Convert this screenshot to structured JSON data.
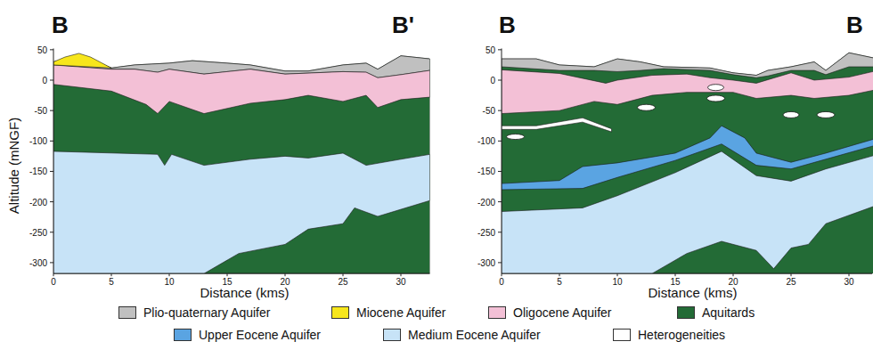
{
  "diagram": {
    "labels": [
      "B",
      "B'",
      "B",
      "B",
      "Altitude (mNGF)",
      "50",
      "0",
      "-50",
      "-100",
      "-150",
      "-200",
      "-250",
      "-300",
      "0",
      "5",
      "10",
      "15",
      "20",
      "25",
      "30",
      "Distance (kms)",
      "50",
      "0",
      "-50",
      "-100",
      "-150",
      "-200",
      "-250",
      "-300",
      "0",
      "5",
      "10",
      "15",
      "20",
      "25",
      "30",
      "Distance (kms)"
    ],
    "legend": [
      {
        "text": "Plio-quaternary Aquifer",
        "color": "#c0c0c0"
      },
      {
        "text": "Miocene Aquifer",
        "color": "#f7e61c"
      },
      {
        "text": "Oligocene Aquifer",
        "color": "#f3c0d6"
      },
      {
        "text": "Aquitards",
        "color": "#236b36"
      },
      {
        "text": "Upper Eocene Aquifer",
        "color": "#5aa4e2"
      },
      {
        "text": "Medium Eocene Aquifer",
        "color": "#c7e3f7"
      },
      {
        "text": "Heterogeneities",
        "color": "#ffffff"
      }
    ]
  }
}
